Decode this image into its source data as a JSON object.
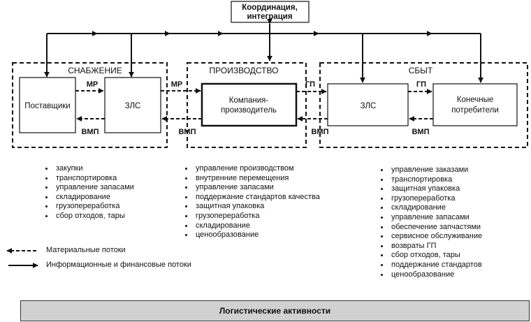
{
  "top_box": {
    "line1": "Координация,",
    "line2": "интеграция"
  },
  "sections": {
    "supply": "СНАБЖЕНИЕ",
    "production": "ПРОИЗВОДСТВО",
    "sales": "СБЫТ"
  },
  "nodes": {
    "suppliers": "Поставщики",
    "zls_supply": "ЗЛС",
    "company_line1": "Компания-",
    "company_line2": "производитель",
    "zls_sales": "ЗЛС",
    "consumers_line1": "Конечные",
    "consumers_line2": "потребители"
  },
  "flow_labels": {
    "mr1": "МР",
    "vmp1": "ВМП",
    "mr2": "МР",
    "vmp2": "ВМП",
    "gp1": "ГП",
    "vmp3": "ВМП",
    "gp2": "ГП",
    "vmp4": "ВМП"
  },
  "lists": {
    "supply": [
      "закупки",
      "транспортировка",
      "управление запасами",
      "складирование",
      "грузопереработка",
      "сбор отходов, тары"
    ],
    "production": [
      "управление производством",
      "внутренние перемещения",
      "управление запасами",
      "поддержание стандартов качества",
      "защитная упаковка",
      "грузопереработка",
      "складирование",
      "ценообразование"
    ],
    "sales": [
      "управление заказами",
      "транспортировка",
      "защитная упаковка",
      "грузопереработка",
      "складирование",
      "управление запасами",
      "обеспечение запчастями",
      "сервисное обслуживание",
      "возвраты ГП",
      "сбор отходов, тары",
      "поддержание стандартов",
      "ценообразование"
    ]
  },
  "legend": {
    "material": "Материальные потоки",
    "info": "Информационные и финансовые потоки"
  },
  "footer": "Логистические активности"
}
